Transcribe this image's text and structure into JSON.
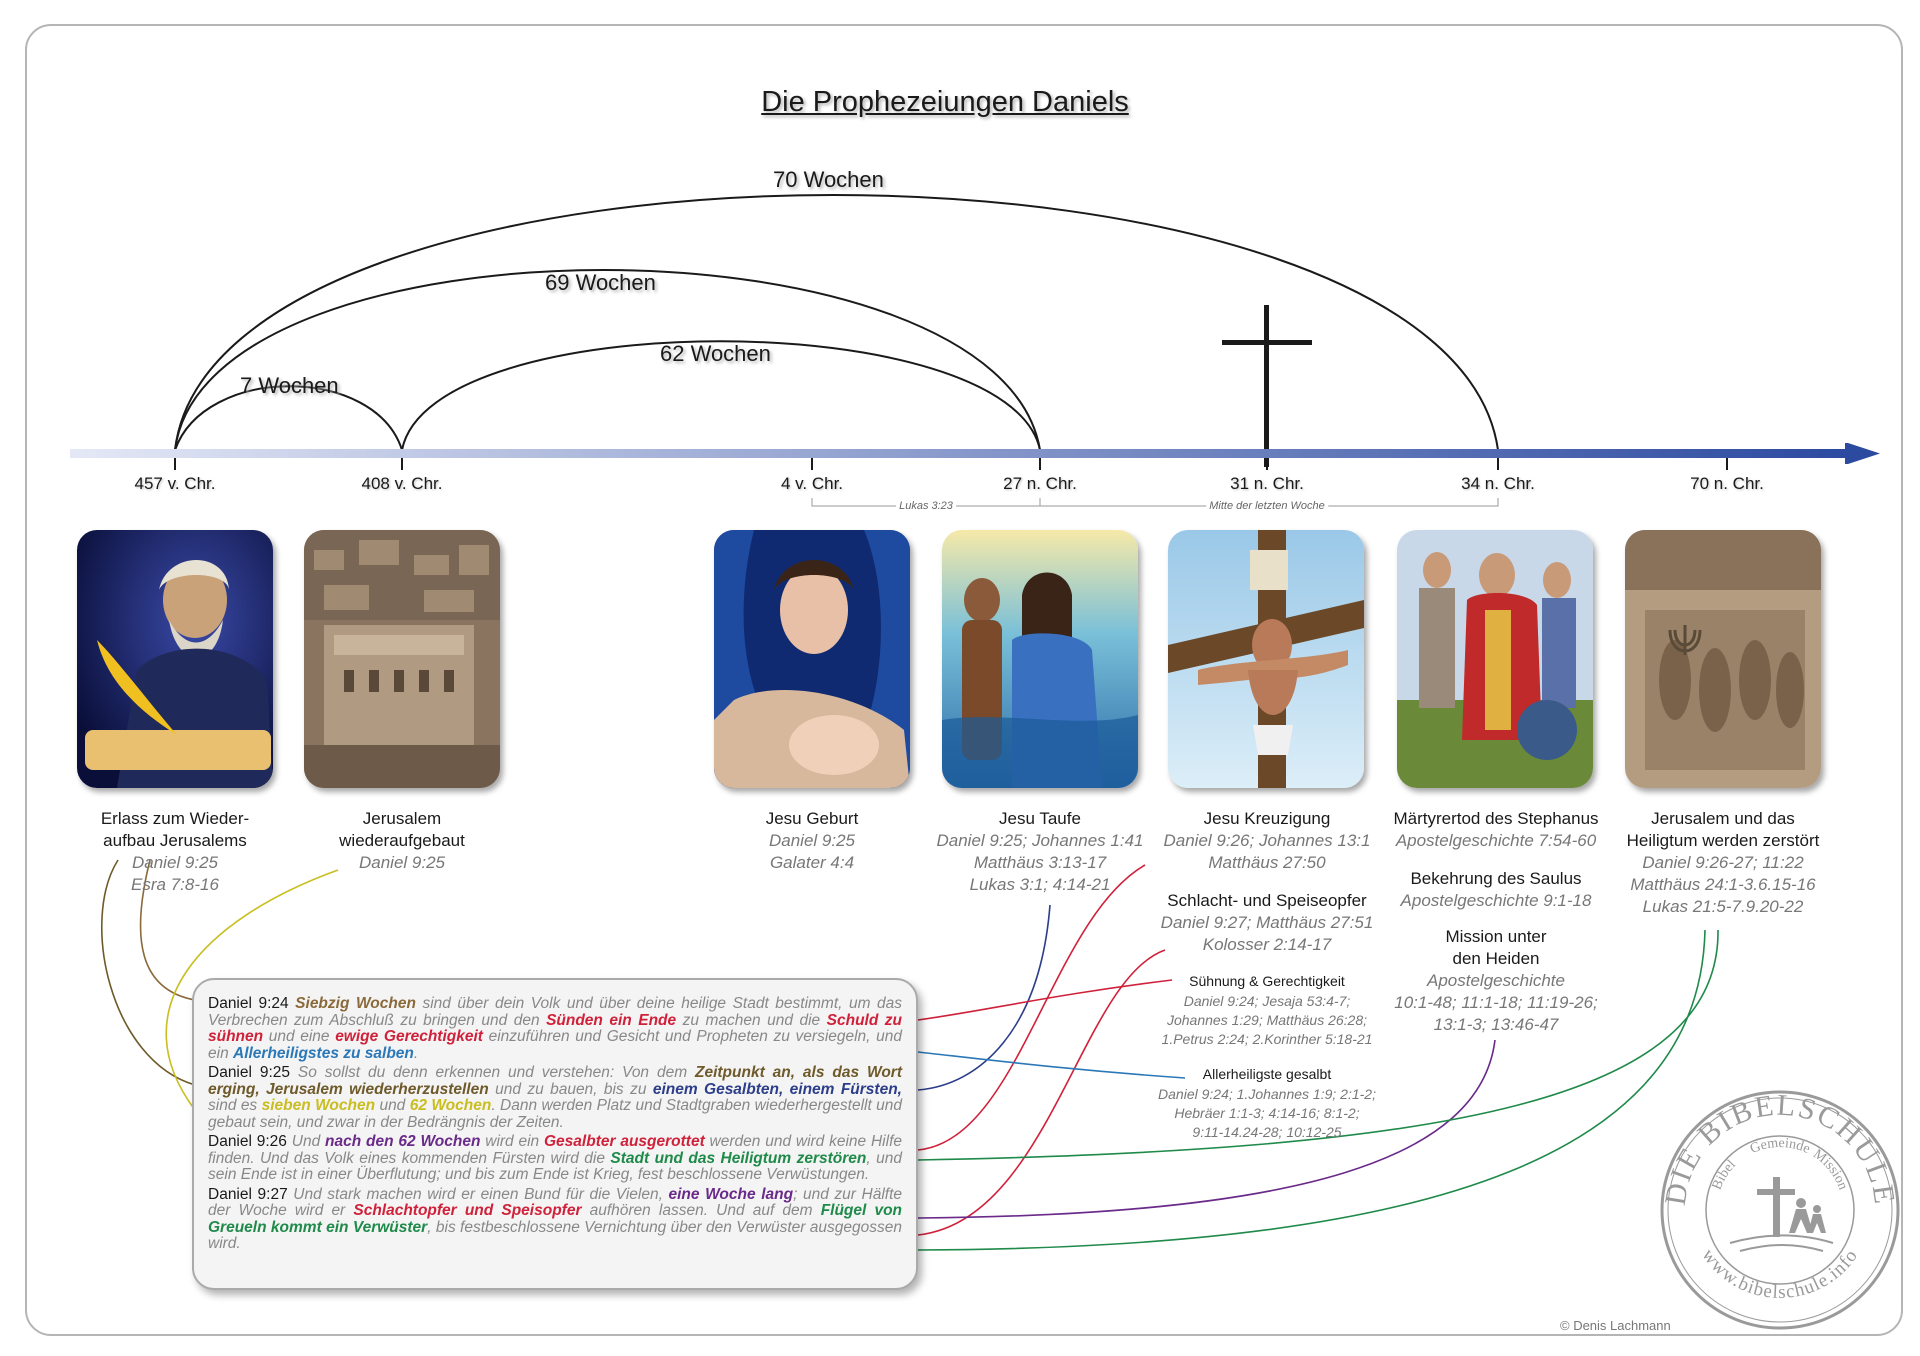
{
  "title": "Die Prophezeiungen Daniels",
  "arcs": {
    "a70": "70 Wochen",
    "a69": "69 Wochen",
    "a62": "62 Wochen",
    "a7": "7 Wochen"
  },
  "ticks": {
    "t457": "457 v. Chr.",
    "t408": "408 v. Chr.",
    "t4": "4 v. Chr.",
    "t27": "27 n. Chr.",
    "t31": "31 n. Chr.",
    "t34": "34 n. Chr.",
    "t70": "70 n. Chr."
  },
  "notes": {
    "lukas": "Lukas 3:23",
    "mitte": "Mitte der letzten Woche"
  },
  "events": {
    "erlass": {
      "t1": "Erlass zum Wieder-",
      "t2": "aufbau Jerusalems",
      "r1": "Daniel 9:25",
      "r2": "Esra 7:8-16"
    },
    "jerusalem": {
      "t1": "Jerusalem",
      "t2": "wiederaufgebaut",
      "r1": "Daniel 9:25"
    },
    "geburt": {
      "t1": "Jesu Geburt",
      "r1": "Daniel 9:25",
      "r2": "Galater 4:4"
    },
    "taufe": {
      "t1": "Jesu Taufe",
      "r1": "Daniel 9:25; Johannes 1:41",
      "r2": "Matthäus 3:13-17",
      "r3": "Lukas 3:1; 4:14-21"
    },
    "kreuzigung": {
      "t1": "Jesu Kreuzigung",
      "r1": "Daniel 9:26; Johannes 13:1",
      "r2": "Matthäus 27:50"
    },
    "opfer": {
      "t1": "Schlacht- und Speiseopfer",
      "r1": "Daniel 9:27; Matthäus 27:51",
      "r2": "Kolosser 2:14-17"
    },
    "suehnung": {
      "t1": "Sühnung & Gerechtigkeit",
      "r1": "Daniel 9:24; Jesaja 53:4-7;",
      "r2": "Johannes 1:29; Matthäus 26:28;",
      "r3": "1.Petrus 2:24; 2.Korinther 5:18-21"
    },
    "gesalbt": {
      "t1": "Allerheiligste gesalbt",
      "r1": "Daniel 9:24; 1.Johannes 1:9; 2:1-2;",
      "r2": "Hebräer 1:1-3; 4:14-16; 8:1-2;",
      "r3": "9:11-14.24-28; 10:12-25"
    },
    "stephanus": {
      "t1": "Märtyrertod des Stephanus",
      "r1": "Apostelgeschichte 7:54-60"
    },
    "saulus": {
      "t1": "Bekehrung des Saulus",
      "r1": "Apostelgeschichte 9:1-18"
    },
    "mission": {
      "t1": "Mission unter",
      "t2": "den Heiden",
      "r1": "Apostelgeschichte",
      "r2": "10:1-48; 11:1-18; 11:19-26;",
      "r3": "13:1-3; 13:46-47"
    },
    "zerstoert": {
      "t1": "Jerusalem und das",
      "t2": "Heiligtum werden zerstört",
      "r1": "Daniel 9:26-27; 11:22",
      "r2": "Matthäus 24:1-3.6.15-16",
      "r3": "Lukas 21:5-7.9.20-22"
    }
  },
  "verses": {
    "v24": {
      "ref": "Daniel 9:24",
      "h1": "Siebzig Wochen",
      "p1": " sind über dein Volk und über deine heilige Stadt bestimmt, um das Verbrechen zum Abschluß zu bringen und den ",
      "h2": "Sünden ein Ende",
      "p2": " zu machen und die ",
      "h3": "Schuld zu sühnen",
      "p3": " und eine ",
      "h4": "ewige Gerechtigkeit",
      "p4": " einzuführen und Gesicht und Propheten zu versiegeln, und ein ",
      "h5": "Allerheiligstes zu salben",
      "p5": "."
    },
    "v25": {
      "ref": "Daniel 9:25",
      "p0": " So sollst du denn erkennen und verstehen: Von dem ",
      "h1": "Zeitpunkt an, als das Wort erging, Jerusalem wiederherzustellen",
      "p1": " und zu bauen, bis zu ",
      "h2": "einem Gesalbten, einem Fürsten,",
      "p2": " sind es ",
      "h3": "sieben Wochen",
      "p3": " und ",
      "h4": "62 Wochen",
      "p4": ". Dann werden Platz und Stadtgraben wiederhergestellt und gebaut sein, und zwar in der Bedrängnis der Zeiten."
    },
    "v26": {
      "ref": "Daniel 9:26",
      "p0": " Und ",
      "h1": "nach den 62 Wochen",
      "p1": " wird ein ",
      "h2": "Gesalbter ausgerottet",
      "p2": " werden und wird keine Hilfe finden. Und das Volk eines kommenden Fürsten wird die ",
      "h3": "Stadt und das Heiligtum zerstören",
      "p3": ", und sein Ende ist in einer Überflutung; und bis zum Ende ist Krieg, fest beschlossene Verwüstungen."
    },
    "v27": {
      "ref": "Daniel 9:27",
      "p0": " Und stark machen wird er einen Bund für die Vielen, ",
      "h1": "eine Woche lang",
      "p1": "; und zur Hälfte der Woche wird er ",
      "h2": "Schlachtopfer und Speisopfer",
      "p2": " aufhören lassen. Und auf dem ",
      "h3": "Flügel von Greueln kommt ein Verwüster",
      "p3": ", bis festbeschlossene Vernichtung über den Verwüster ausgegossen wird."
    }
  },
  "seal": {
    "top": "DIE BIBELSCHULE",
    "ring1": "Bibel",
    "ring2": "Gemeinde",
    "ring3": "Mission",
    "bottom": "www.bibelschule.info"
  },
  "credit": "© Denis Lachmann",
  "colors": {
    "axis_start": "#dfe4f4",
    "axis_end": "#2c4aa0",
    "brown": "#8a6a3a",
    "red": "#d0213a",
    "blue": "#2a78b8",
    "navy": "#2c3e8a",
    "yellow": "#c9bd1f",
    "purple": "#6a2a8a",
    "green": "#1f8a4a"
  }
}
